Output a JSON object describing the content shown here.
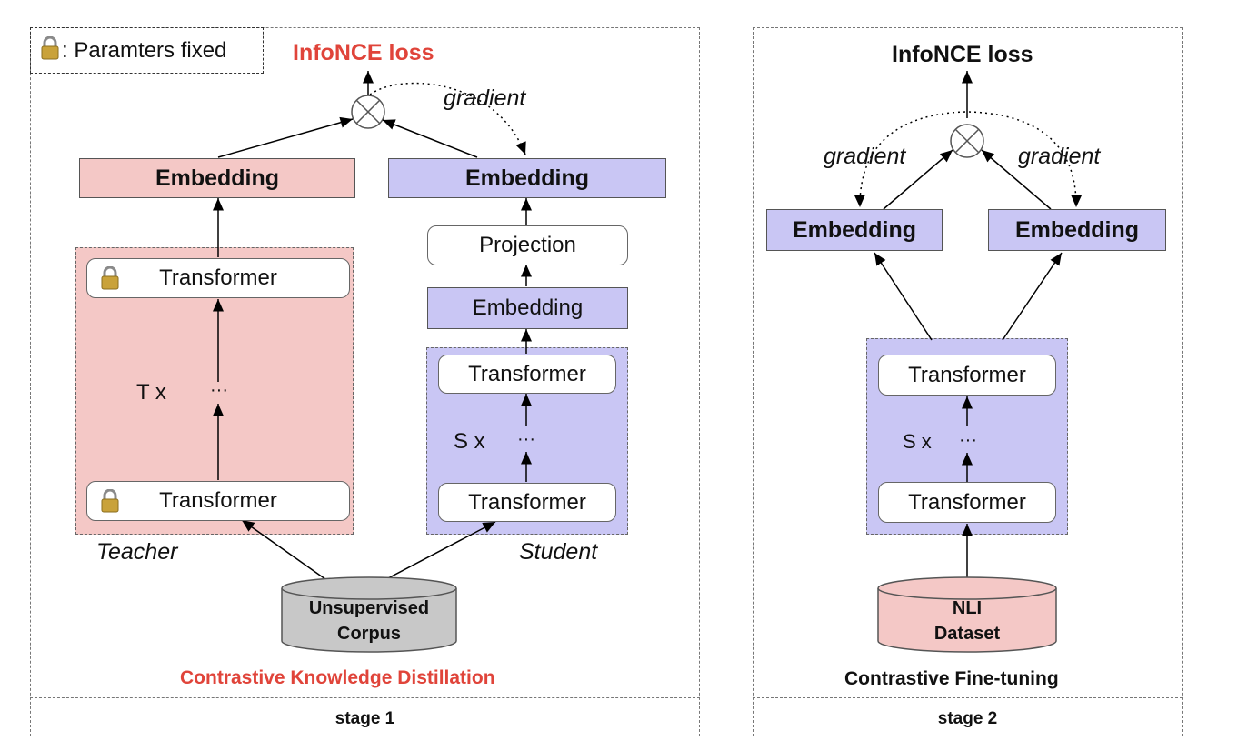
{
  "legend": {
    "text": ": Paramters fixed",
    "icon": "lock-icon"
  },
  "stage1": {
    "loss_label": "InfoNCE loss",
    "gradient_label": "gradient",
    "teacher": {
      "embedding": "Embedding",
      "transformer_top": "Transformer",
      "repeat": "T x",
      "dots": "···",
      "transformer_bottom": "Transformer",
      "caption": "Teacher"
    },
    "student": {
      "embedding_top": "Embedding",
      "projection": "Projection",
      "embedding_mid": "Embedding",
      "transformer_top": "Transformer",
      "repeat": "S x",
      "dots": "···",
      "transformer_bottom": "Transformer",
      "caption": "Student"
    },
    "corpus_line1": "Unsupervised",
    "corpus_line2": "Corpus",
    "title": "Contrastive Knowledge Distillation",
    "footer": "stage 1"
  },
  "stage2": {
    "loss_label": "InfoNCE loss",
    "gradient_left": "gradient",
    "gradient_right": "gradient",
    "embedding_left": "Embedding",
    "embedding_right": "Embedding",
    "transformer_top": "Transformer",
    "repeat": "S x",
    "dots": "···",
    "transformer_bottom": "Transformer",
    "dataset_line1": "NLI",
    "dataset_line2": "Dataset",
    "title": "Contrastive Fine-tuning",
    "footer": "stage 2"
  },
  "colors": {
    "pink": "#f4c8c6",
    "purple": "#c9c6f4",
    "red_title": "#e0443a",
    "cylinder_gray": "#c8c8c8"
  }
}
